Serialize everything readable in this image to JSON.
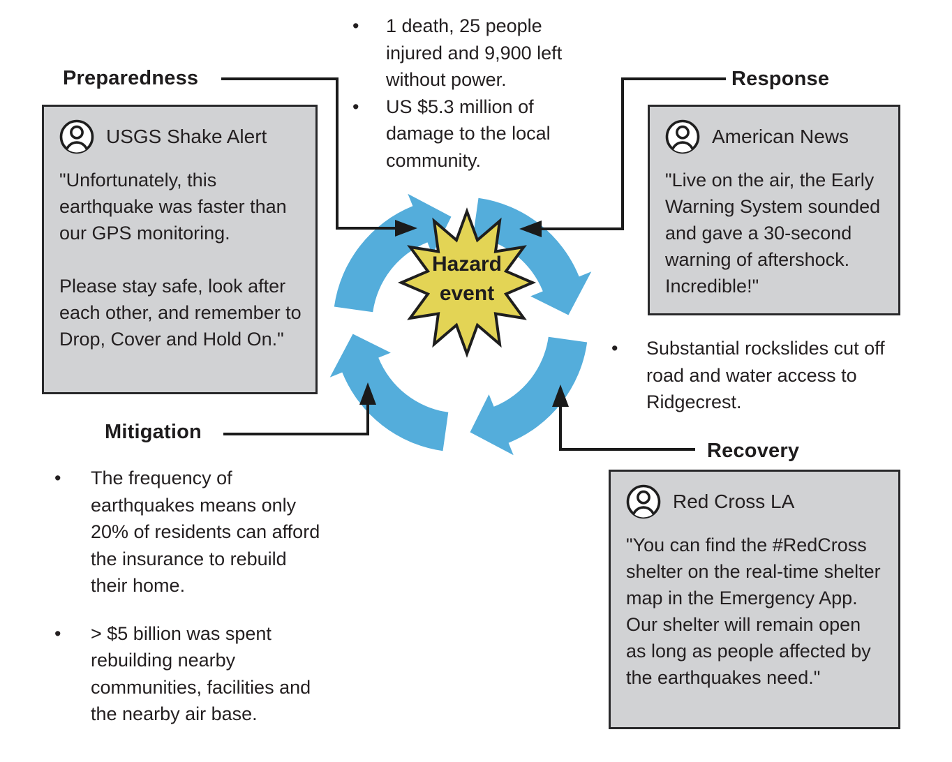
{
  "palette": {
    "arrow_blue": "#54ADDB",
    "star_yellow": "#E3D455",
    "card_gray": "#D1D2D4",
    "ink": "#231F20"
  },
  "glyphs": {
    "bullet": "•"
  },
  "center": {
    "hazard_line1": "Hazard",
    "hazard_line2": "event"
  },
  "phases": {
    "preparedness": {
      "label": "Preparedness",
      "source": "USGS Shake Alert",
      "quote_p1": "\"Unfortunately, this earthquake was faster than our GPS monitoring.",
      "quote_p2": "Please stay safe, look after each other, and remember to Drop, Cover and Hold On.\""
    },
    "response": {
      "label": "Response",
      "source": "American News",
      "quote": "\"Live on the air, the Early Warning System sounded and gave a 30-second warning of aftershock. Incredible!\""
    },
    "recovery": {
      "label": "Recovery",
      "source": "Red Cross LA",
      "quote": "\"You can find the #RedCross shelter on the real-time shelter map in the Emergency App. Our shelter will remain open as long as people affected by the earthquakes need.\""
    },
    "mitigation": {
      "label": "Mitigation",
      "bullets": [
        {
          "text": "The frequency of earthquakes means only 20% of residents can afford the insurance to rebuild their home."
        },
        {
          "text": "> $5 billion was spent rebuilding nearby communities, facilities and the nearby air base."
        }
      ]
    }
  },
  "impact_bullets": {
    "top": [
      {
        "text": "1 death, 25 people injured and 9,900 left without power."
      },
      {
        "text": "US $5.3 million of damage to the local community."
      }
    ],
    "right": [
      {
        "text": "Substantial rockslides cut off road and water access to Ridgecrest."
      }
    ]
  }
}
